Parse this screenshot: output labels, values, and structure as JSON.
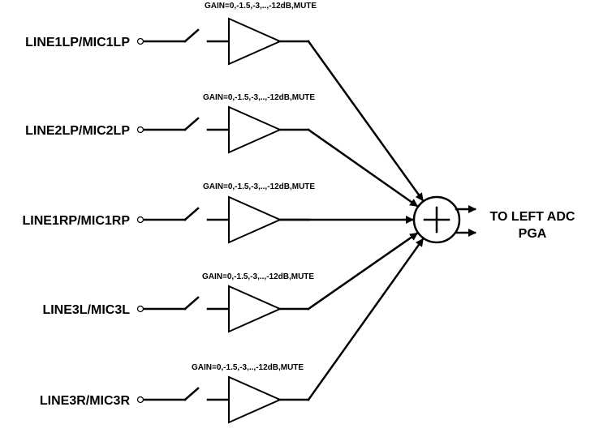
{
  "diagram": {
    "inputs": [
      {
        "label": "LINE1LP/MIC1LP",
        "gain": "GAIN=0,-1.5,-3,..,-12dB,MUTE"
      },
      {
        "label": "LINE2LP/MIC2LP",
        "gain": "GAIN=0,-1.5,-3,..,-12dB,MUTE"
      },
      {
        "label": "LINE1RP/MIC1RP",
        "gain": "GAIN=0,-1.5,-3,..,-12dB,MUTE"
      },
      {
        "label": "LINE3L/MIC3L",
        "gain": "GAIN=0,-1.5,-3,..,-12dB,MUTE"
      },
      {
        "label": "LINE3R/MIC3R",
        "gain": "GAIN=0,-1.5,-3,..,-12dB,MUTE"
      }
    ],
    "summer_symbol": "+",
    "output": {
      "line1": "TO LEFT ADC",
      "line2": "PGA"
    }
  }
}
